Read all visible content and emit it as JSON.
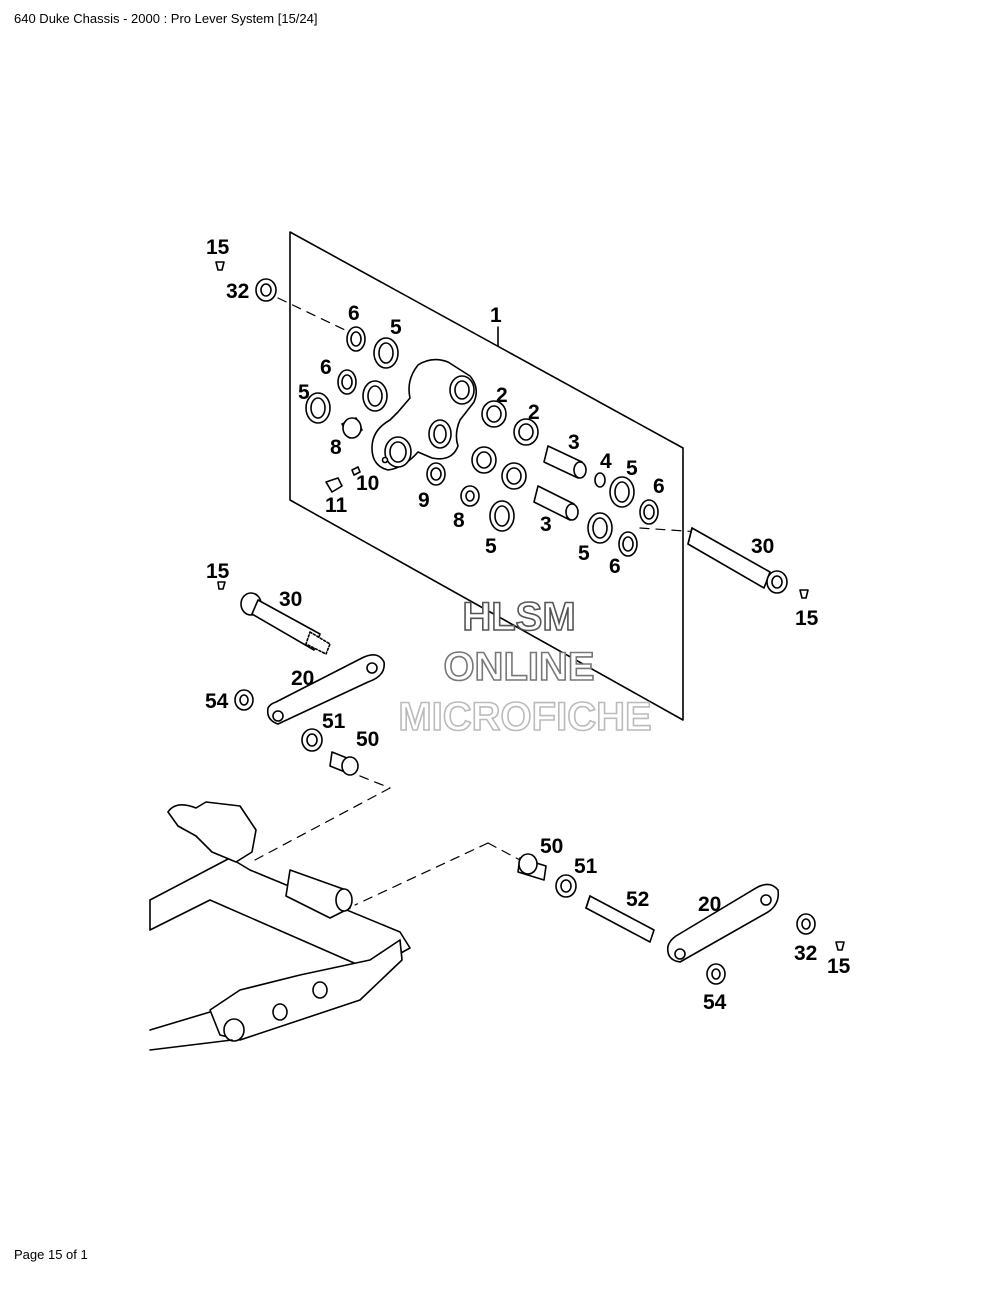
{
  "header": {
    "title": "640 Duke Chassis - 2000 : Pro Lever System [15/24]"
  },
  "footer": {
    "page": "Page 15 of 1"
  },
  "watermark": {
    "line1": "HLSM",
    "line2": "ONLINE",
    "line3": "MICROFICHE"
  },
  "callouts": {
    "c1": "1",
    "c2a": "2",
    "c2b": "2",
    "c3a": "3",
    "c3b": "3",
    "c4": "4",
    "c5a": "5",
    "c5b": "5",
    "c5c": "5",
    "c5d": "5",
    "c5e": "5",
    "c6a": "6",
    "c6b": "6",
    "c6c": "6",
    "c6d": "6",
    "c8a": "8",
    "c8b": "8",
    "c9": "9",
    "c10": "10",
    "c11": "11",
    "c15a": "15",
    "c15b": "15",
    "c15c": "15",
    "c15d": "15",
    "c20a": "20",
    "c20b": "20",
    "c30a": "30",
    "c30b": "30",
    "c32a": "32",
    "c32b": "32",
    "c50a": "50",
    "c50b": "50",
    "c51a": "51",
    "c51b": "51",
    "c52": "52",
    "c54a": "54",
    "c54b": "54"
  }
}
